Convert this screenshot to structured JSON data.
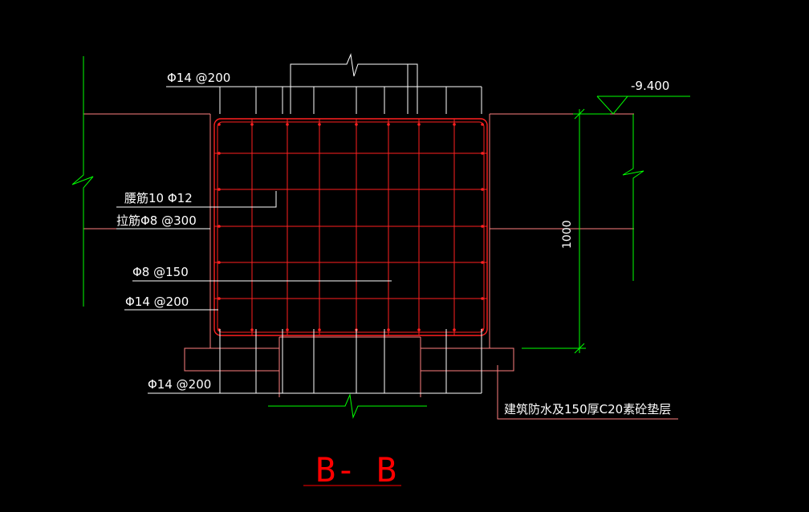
{
  "colors": {
    "background": "#000000",
    "rebar": "#ff2020",
    "concrete": "#ff8080",
    "dimension": "#00ff00",
    "leader": "#ffffff",
    "text": "#ffffff",
    "title": "#ff0000"
  },
  "labels": {
    "top_rebar": "Φ14 @200",
    "waist_rebar": "腰筋10 Φ12",
    "tie_rebar": "拉筋Φ8 @300",
    "stirrup": "Φ8 @150",
    "side_rebar": "Φ14 @200",
    "bottom_rebar": "Φ14 @200",
    "cushion_note": "建筑防水及150厚C20素砼垫层",
    "elevation": "-9.400",
    "depth_dim": "1000"
  },
  "section_title": "B- B"
}
